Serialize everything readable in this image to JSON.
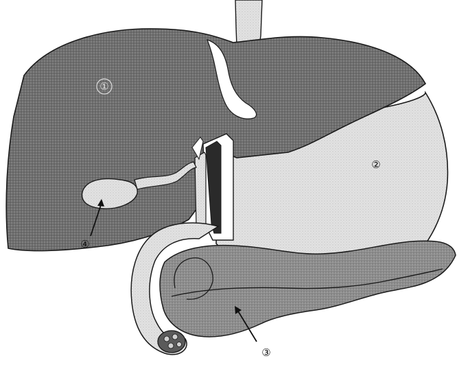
{
  "labels": {
    "liver": "①",
    "stomach": "②",
    "pancreas": "③",
    "gallbladder": "④"
  },
  "colors": {
    "liver": "#7b7b7b",
    "stomach": "#dcdcdc",
    "pancreas": "#8f8f8f",
    "duodenum": "#cfcfcf",
    "outline": "#1a1a1a"
  }
}
